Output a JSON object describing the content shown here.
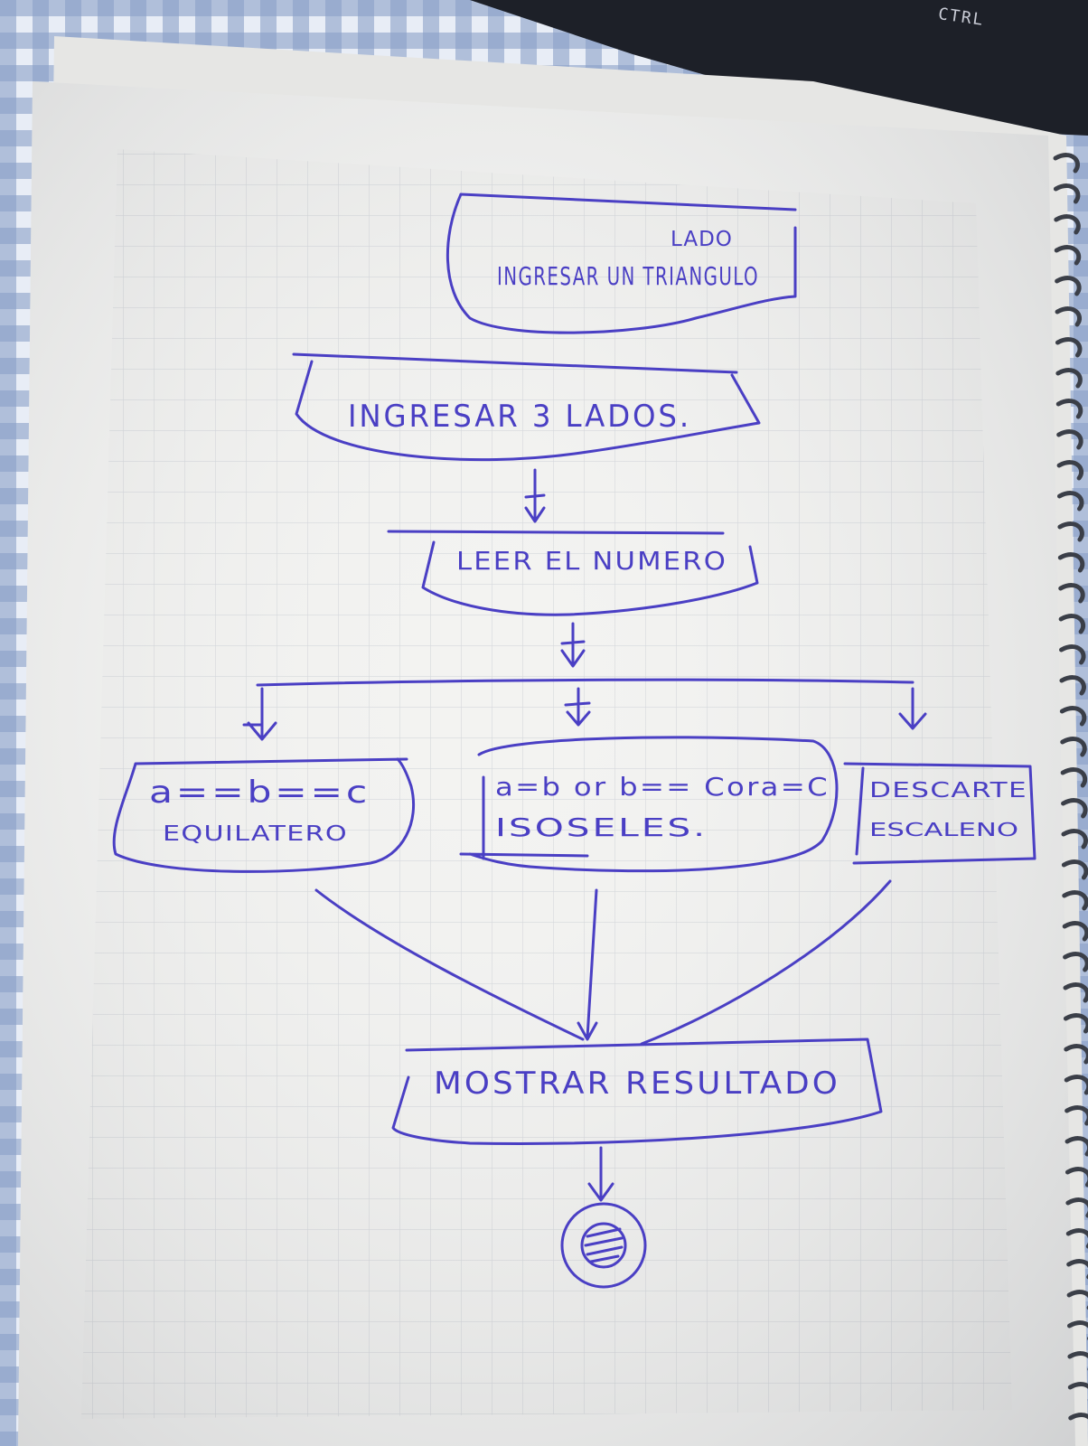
{
  "keyboard_key": "CTRL",
  "flowchart": {
    "start": {
      "line1": "LADO",
      "line2": "INGRESAR UN TRIANGULO"
    },
    "input": {
      "label": "INGRESAR 3 LADOS."
    },
    "read": {
      "label": "LEER EL NUMERO"
    },
    "branches": [
      {
        "line1": "a==b==c",
        "line2": "EQUILATERO"
      },
      {
        "line1": "a=b or b== Cora=C",
        "line2": "ISOSELES."
      },
      {
        "line1": "DESCARTE",
        "line2": "ESCALENO"
      }
    ],
    "output": {
      "label": "MOSTRAR RESULTADO"
    },
    "end": {
      "symbol": "end-circle"
    }
  },
  "colors": {
    "ink": "#4a3fc4",
    "paper": "#f3f3f1",
    "grid": "#d5d8dc",
    "background": "#2b2f3a",
    "cloth": "#8aa0c8"
  }
}
